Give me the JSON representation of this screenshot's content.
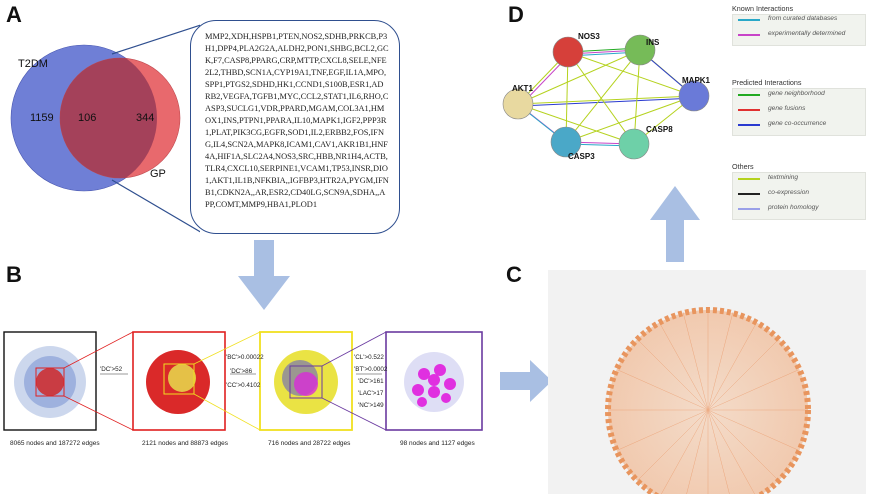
{
  "panels": {
    "a": "A",
    "b": "B",
    "c": "C",
    "d": "D"
  },
  "venn": {
    "left_label": "T2DM",
    "right_label": "GP",
    "left_only": "1159",
    "intersection": "106",
    "right_only": "344"
  },
  "gene_list": "MMP2,XDH,HSPB1,PTEN,NOS2,SDHB,PRKCB,P3H1,DPP4,PLA2G2A,ALDH2,PON1,SHBG,BCL2,GCK,F7,CASP8,PPARG,CRP,MTTP,CXCL8,SELE,NFE2L2,THBD,SCN1A,CYP19A1,TNF,EGF,IL1A,MPO,SPP1,PTGS2,SDHD,HK1,CCND1,S100B,ESR1,ADRB2,VEGFA,TGFB1,MYC,CCL2,STAT1,IL6,RHO,CASP3,SUCLG1,VDR,PPARD,MGAM,COL3A1,HMOX1,INS,PTPN1,PPARA,IL10,MAPK1,IGF2,PPP3R1,PLAT,PIK3CG,EGFR,SOD1,IL2,ERBB2,FOS,IFNG,IL4,SCN2A,MAPK8,ICAM1,CAV1,AKR1B1,HNF4A,HIF1A,SLC2A4,NOS3,SRC,HBB,NR1H4,ACTB,TLR4,CXCL10,SERPINE1,VCAM1,TP53,INSR,DIO1,AKT1,IL1B,NFKBIA,,IGFBP3,HTR2A,PYGM,IFNB1,CDKN2A,,AR,ESR2,CD40LG,SCN9A,SDHA,,APP,COMT,MMP9,HBA1,PLOD1",
  "filters": {
    "step1": [
      "'DC'>52"
    ],
    "step2": [
      "'BC'>0.00022",
      "'DC'>86",
      "'CC'>0.4102"
    ],
    "step3": [
      "'CL'>0.522",
      "'BT'>0.0002",
      "'DC'>161",
      "'LAC'>17",
      "'NC'>149"
    ]
  },
  "captions": [
    "8065 nodes and 187272 edges",
    "2121 nodes and 88873 edges",
    "716 nodes and 28722 edges",
    "98 nodes and 1127 edges"
  ],
  "ppi_nodes": [
    "NOS3",
    "INS",
    "AKT1",
    "MAPK1",
    "CASP3",
    "CASP8"
  ],
  "legend": {
    "known": {
      "title": "Known Interactions",
      "items": [
        {
          "label": "from curated databases",
          "color": "#29a8c8"
        },
        {
          "label": "experimentally determined",
          "color": "#c844c8"
        }
      ]
    },
    "predicted": {
      "title": "Predicted Interactions",
      "items": [
        {
          "label": "gene neighborhood",
          "color": "#22aa22"
        },
        {
          "label": "gene fusions",
          "color": "#e03030"
        },
        {
          "label": "gene co-occurrence",
          "color": "#2a3ad0"
        }
      ]
    },
    "others": {
      "title": "Others",
      "items": [
        {
          "label": "textmining",
          "color": "#b5d21e"
        },
        {
          "label": "co-expression",
          "color": "#222222"
        },
        {
          "label": "protein homology",
          "color": "#9aa0e8"
        }
      ]
    }
  },
  "colors": {
    "venn_left": "#6f7fd6",
    "venn_right": "#e8696d",
    "venn_overlap": "#a4415a",
    "arrow": "#a9bfe3",
    "box_black": "#111111",
    "box_red": "#e02020",
    "box_yellow": "#f0e020",
    "box_purple": "#6a3aa0"
  }
}
